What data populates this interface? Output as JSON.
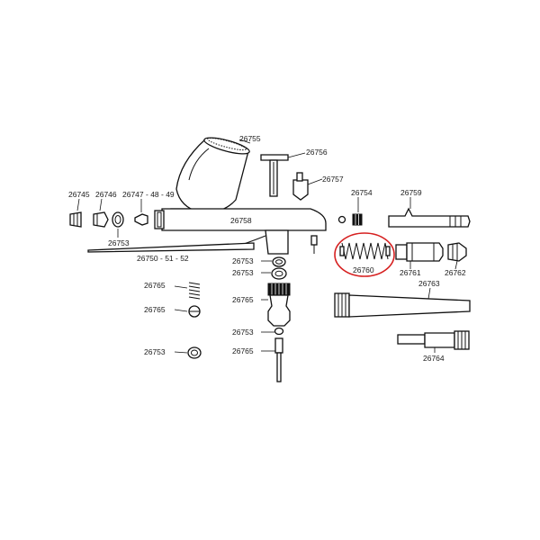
{
  "diagram": {
    "labels": {
      "p26755": "26755",
      "p26756": "26756",
      "p26757": "26757",
      "p26754": "26754",
      "p26759": "26759",
      "p26745": "26745",
      "p26746": "26746",
      "p26747": "26747 - 48 - 49",
      "p26758": "26758",
      "p26753_a": "26753",
      "p26750": "26750 - 51 - 52",
      "p26753_b": "26753",
      "p26753_c": "26753",
      "p26765_a": "26765",
      "p26765_b": "26765",
      "p26765_c": "26765",
      "p26760": "26760",
      "p26761": "26761",
      "p26762": "26762",
      "p26763": "26763",
      "p26753_d": "26753",
      "p26765_d": "26765",
      "p26753_e": "26753",
      "p26764": "26764"
    },
    "highlight_color": "#d62020"
  }
}
